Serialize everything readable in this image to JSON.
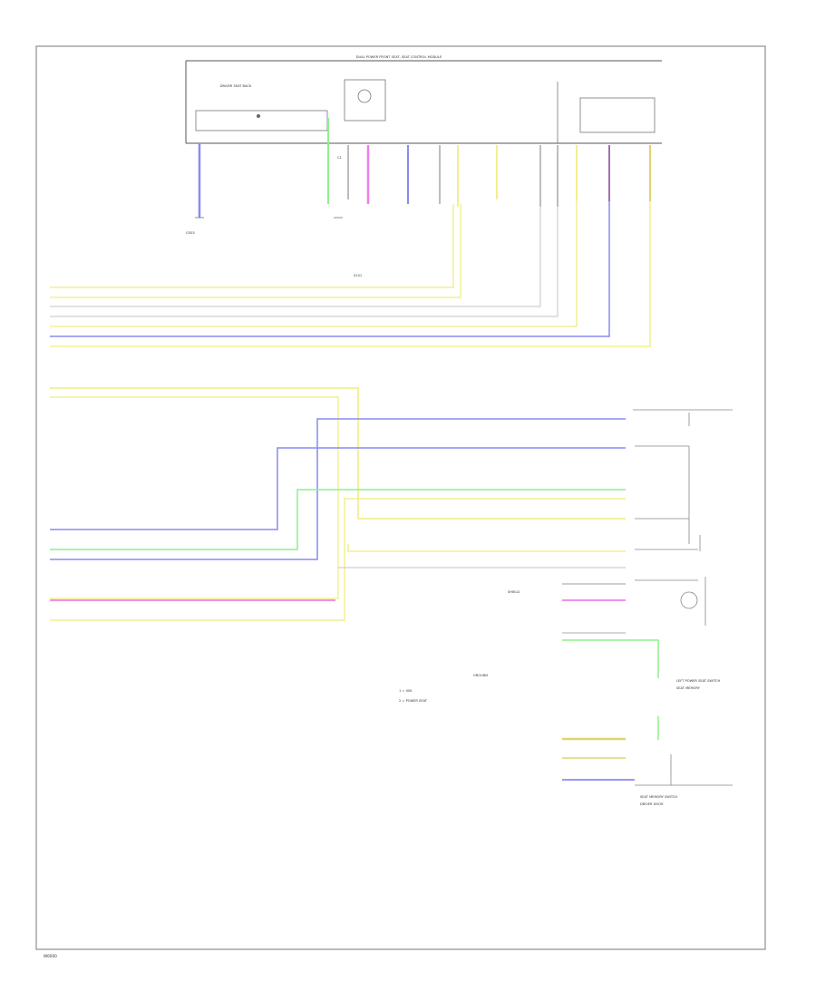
{
  "diagram": {
    "header_block_label": "DUAL POWER FRONT SEAT, SEAT CONTROL MODULE",
    "inner_block_label": "DRIVER SEAT BACK",
    "connector_label": "C1",
    "left_splice_label": "S101",
    "bottom_note_left": "GROUND",
    "bottom_note_center": "SHIELD",
    "right_module_label": "LEFT POWER SEAT SWITCH",
    "right_module_sub": "SEAT MEMORY",
    "footer_label": "W6000",
    "grounding_label": "G303",
    "right_bottom_label": "SEAT MEMORY SWITCH",
    "right_bottom_sub": "DRIVER DOOR",
    "legend": {
      "item1": "1 = IGN",
      "item2": "2 = POWER SEAT"
    }
  },
  "colors": {
    "yellow": "#f3ef8f",
    "pink": "#ee7fee",
    "blue": "#8a8af2",
    "green": "#8ef08a",
    "gray": "#bdbdbd",
    "purple": "#a070b0",
    "tan": "#e3d36c",
    "frame": "#8f8f8f",
    "text": "#666666"
  }
}
